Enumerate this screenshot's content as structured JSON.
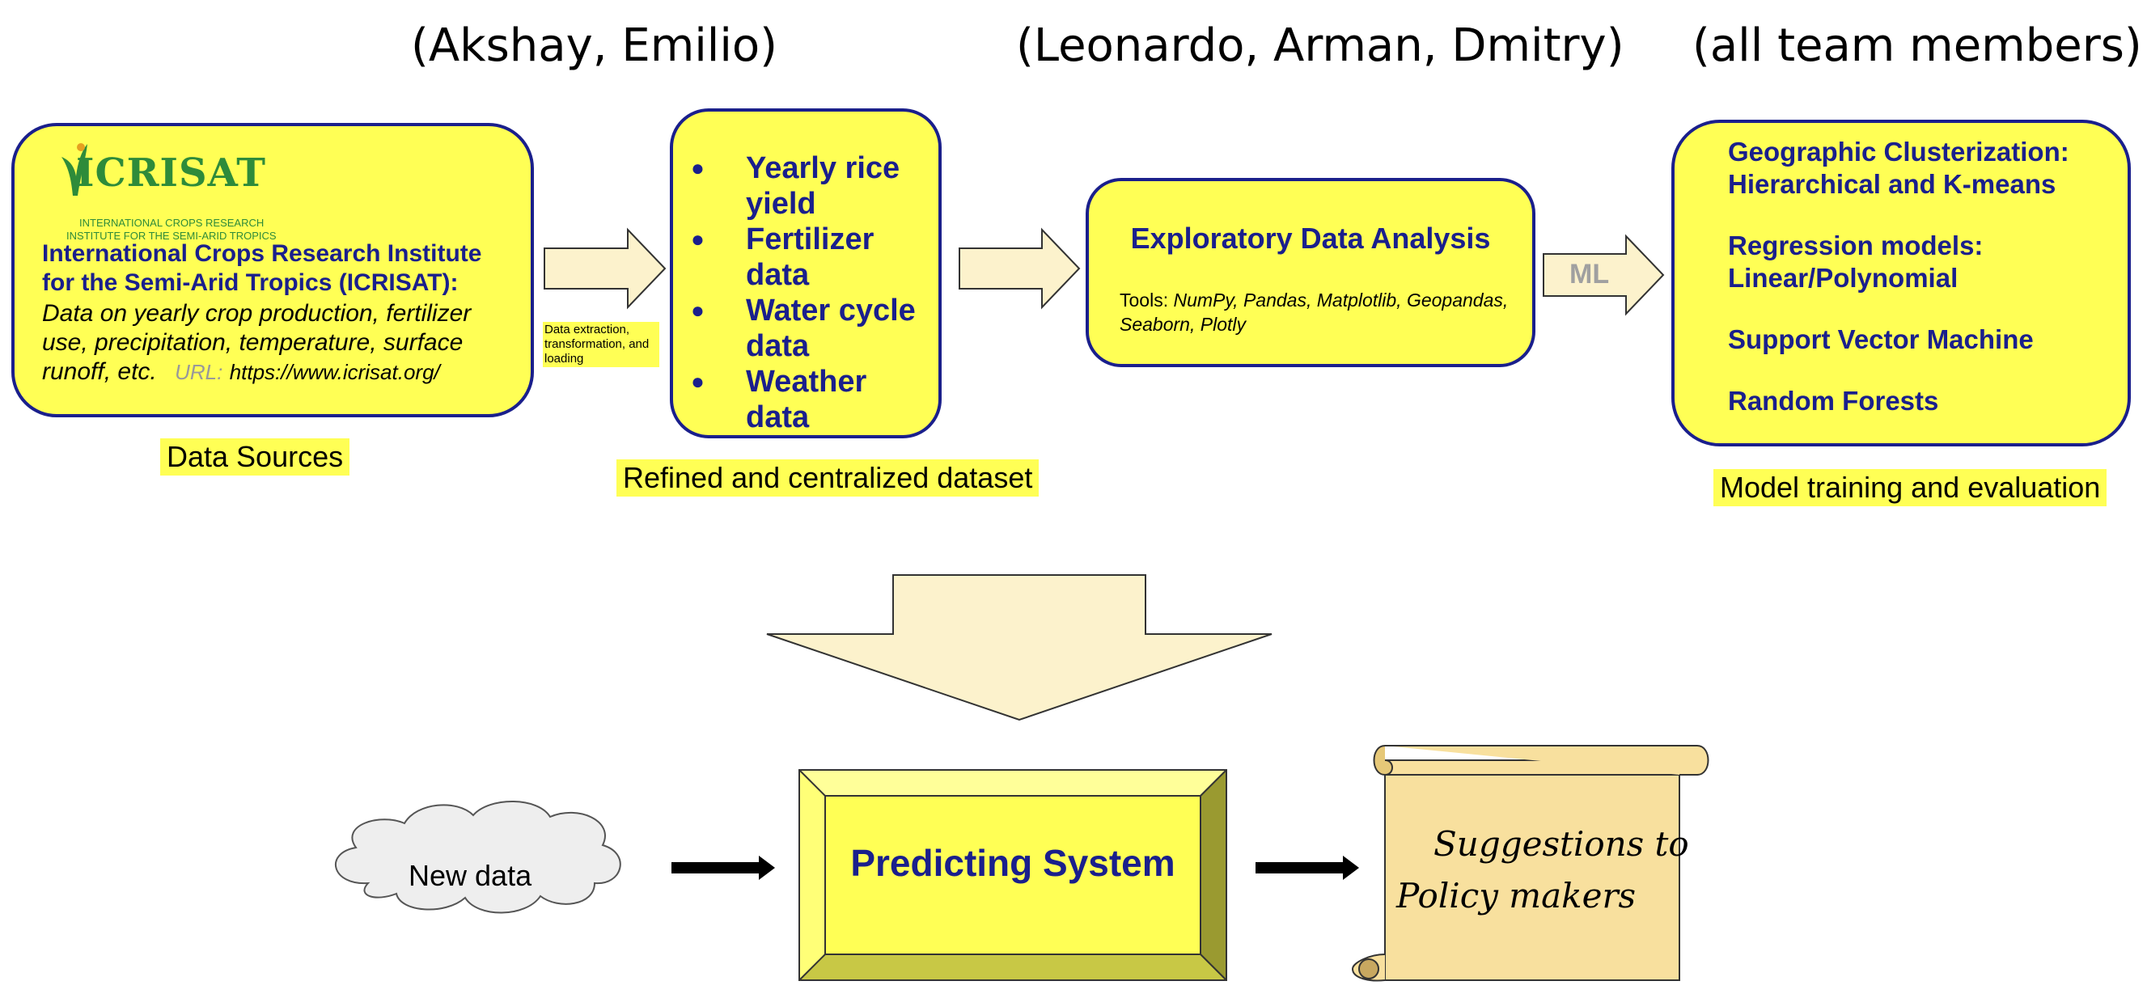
{
  "teams": {
    "group1": "(Akshay, Emilio)",
    "group2": "(Leonardo, Arman, Dmitry)",
    "group3": "(all team members)"
  },
  "source": {
    "logo_text": "ICRISAT",
    "logo_subtitle_line1": "INTERNATIONAL CROPS RESEARCH",
    "logo_subtitle_line2": "INSTITUTE FOR THE SEMI-ARID TROPICS",
    "title_line1": "International Crops Research Institute",
    "title_line2": "for the Semi-Arid Tropics (ICRISAT):",
    "desc_line1": "Data on yearly crop production, fertilizer",
    "desc_line2": "use, precipitation, temperature, surface",
    "desc_line3": "runoff, etc.",
    "url_label": "URL:",
    "url": "https://www.icrisat.org/",
    "caption": "Data Sources"
  },
  "etl_note": {
    "line1": "Data extraction,",
    "line2": "transformation, and",
    "line3": "loading"
  },
  "dataset": {
    "items": [
      {
        "line1": "Yearly rice",
        "line2": "yield"
      },
      {
        "line1": "Fertilizer",
        "line2": "data"
      },
      {
        "line1": "Water cycle",
        "line2": "data"
      },
      {
        "line1": "Weather",
        "line2": "data"
      }
    ],
    "caption": "Refined and centralized dataset"
  },
  "eda": {
    "title": "Exploratory Data Analysis",
    "tools_label": "Tools:",
    "tools_line1": "NumPy, Pandas, Matplotlib, Geopandas,",
    "tools_line2": "Seaborn, Plotly"
  },
  "ml_arrow_label": "ML",
  "models": {
    "items": [
      {
        "line1": "Geographic Clusterization:",
        "line2": "Hierarchical and K-means"
      },
      {
        "line1": "Regression models:",
        "line2": "Linear/Polynomial"
      },
      {
        "line1": "Support Vector Machine",
        "line2": ""
      },
      {
        "line1": "Random Forests",
        "line2": ""
      }
    ],
    "caption": "Model training and evaluation"
  },
  "new_data": "New data",
  "predicting_system": "Predicting System",
  "suggestions": {
    "line1": "Suggestions to",
    "line2": "Policy makers"
  },
  "colors": {
    "box_fill": "#ffff55",
    "box_border": "#1a1f8c",
    "text_navy": "#1a1f8c",
    "arrow_fill": "#fcf2cc",
    "logo_green": "#2e8b3a",
    "scroll_fill": "#f8e09e",
    "bevel_dark": "#8f8f2a",
    "cloud_fill": "#eeeeee"
  }
}
